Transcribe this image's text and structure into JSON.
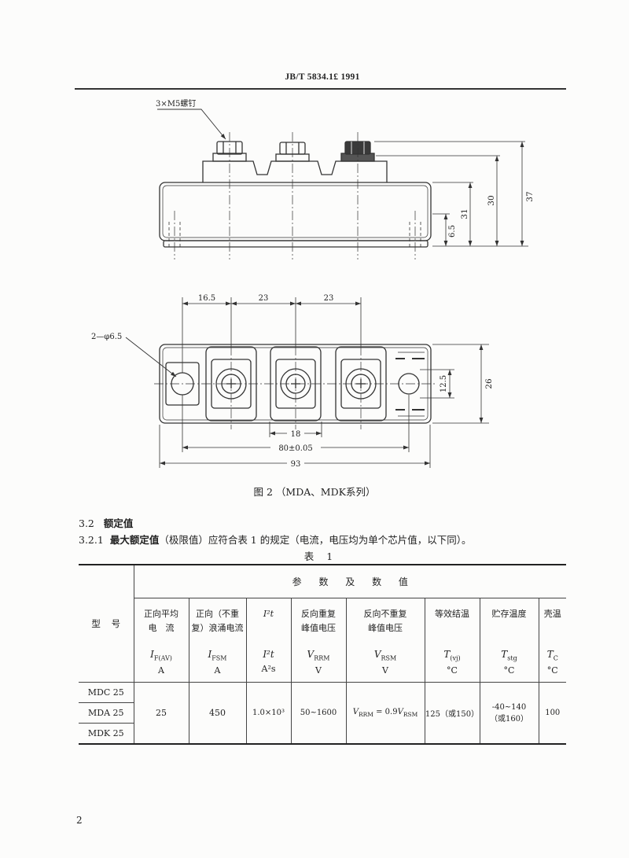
{
  "header": {
    "code": "JB/T 5834.1£ 1991"
  },
  "figure": {
    "screw_label": "3×M5螺钉",
    "side_dims": {
      "a": "6.5",
      "b": "31",
      "c": "30",
      "d": "37"
    },
    "top_dims": {
      "pitch1": "16.5",
      "pitch2": "23",
      "pitch3": "23",
      "hole": "2—φ6.5",
      "w1": "12.5",
      "w2": "26",
      "d18": "18",
      "d80": "80±0.05",
      "d93": "93"
    },
    "caption": "图 2 （MDA、MDK系列）"
  },
  "section": {
    "number": "3.2",
    "title": "额定值"
  },
  "clause": {
    "number": "3.2.1",
    "title": "最大额定值",
    "text": "（极限值）应符合表 1 的规定（电流，电压均为单个芯片值，以下同）。"
  },
  "table": {
    "caption": "表 1",
    "model_header": "型 号",
    "group_header": "参 数 及 数 值",
    "columns": [
      {
        "name1": "正向平均",
        "name2": "电　流",
        "sym": "I",
        "sub": "F(AV)",
        "unit": "A"
      },
      {
        "name1": "正向（不重",
        "name2": "复）浪涌电流",
        "sym": "I",
        "sub": "FSM",
        "unit": "A"
      },
      {
        "name1": "I²t",
        "sym": "I²t",
        "unit": "A²s"
      },
      {
        "name1": "反向重复",
        "name2": "峰值电压",
        "sym": "V",
        "sub": "RRM",
        "unit": "V"
      },
      {
        "name1": "反向不重复",
        "name2": "峰值电压",
        "sym": "V",
        "sub": "RSM",
        "unit": "V"
      },
      {
        "name1": "等效结温",
        "sym": "T",
        "sub": "(vj)",
        "unit": "°C"
      },
      {
        "name1": "贮存温度",
        "sym": "T",
        "sub": "stg",
        "unit": "°C"
      },
      {
        "name1": "壳温",
        "sym": "T",
        "sub": "C",
        "unit": "°C"
      }
    ],
    "models": [
      "MDC 25",
      "MDA 25",
      "MDK 25"
    ],
    "values": {
      "if_av": "25",
      "ifsm": "450",
      "i2t": "1.0×10³",
      "vrrm": "50~1600",
      "vrsm": {
        "v1": "V",
        "v1_sub": "RRM",
        "mid": " = 0.9",
        "v2": "V",
        "v2_sub": "RSM"
      },
      "tvj": "125（或150）",
      "tstg1": "-40~140",
      "tstg2": "（或160）",
      "tc": "100"
    }
  },
  "page_number": "2"
}
